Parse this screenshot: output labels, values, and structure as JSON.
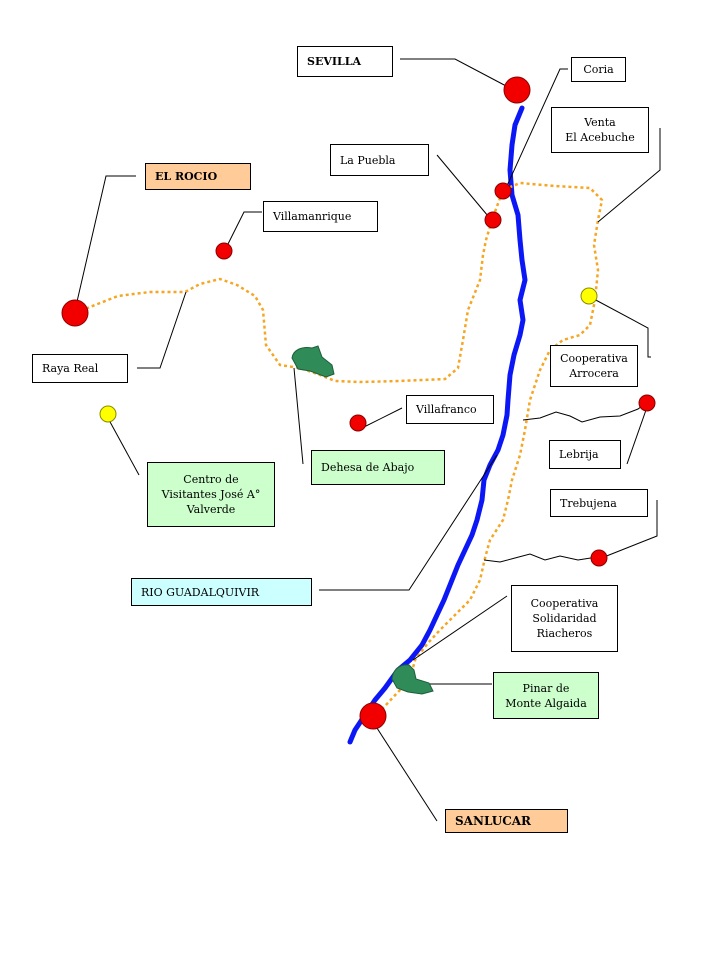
{
  "colors": {
    "river": "#0b18f5",
    "route": "#f5a623",
    "town": "#f20000",
    "poi": "#ffff00",
    "forest": "#2f8b57",
    "label_orange": "#ffcc99",
    "label_green": "#ccffcc",
    "label_blue": "#ccffff"
  },
  "labels": {
    "sevilla": "SEVILLA",
    "coria": "Coria",
    "venta": "Venta\nEl Acebuche",
    "la_puebla": "La Puebla",
    "el_rocio": "EL ROCIO",
    "villamanrique": "Villamanrique",
    "raya_real": "Raya Real",
    "cooperativa_arrocera": "Cooperativa\nArrocera",
    "villafranco": "Villafranco",
    "lebrija": "Lebrija",
    "dehesa": "Dehesa de Abajo",
    "centro": "Centro de\nVisitantes José A°\nValverde",
    "trebujena": "Trebujena",
    "rio": "RIO GUADALQUIVIR",
    "cooperativa_solidaridad": "Cooperativa\nSolidaridad\nRiacheros",
    "pinar": "Pinar de\nMonte Algaida",
    "sanlucar": "SANLUCAR"
  },
  "icons": {
    "town": "town-marker-icon",
    "poi": "point-of-interest-icon",
    "forest": "forest-area-icon"
  }
}
